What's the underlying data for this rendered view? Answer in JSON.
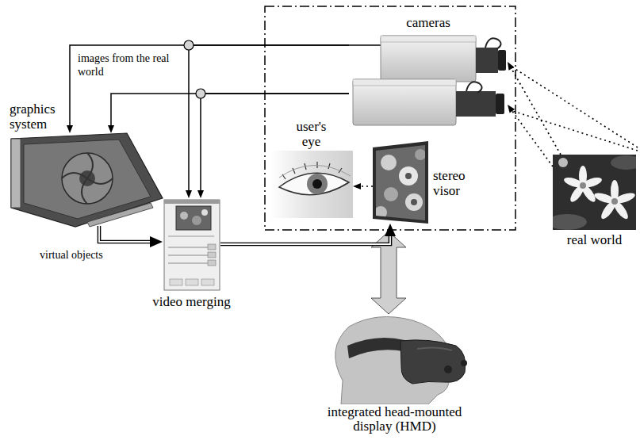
{
  "diagram": {
    "nodes": [
      {
        "text": [
          "cameras"
        ]
      },
      {
        "text": [
          "graphics system"
        ]
      },
      {
        "text": [
          "user's eye"
        ]
      },
      {
        "text": [
          "stereo visor"
        ]
      },
      {
        "text": [
          "real world"
        ]
      },
      {
        "text": [
          "video merging"
        ]
      },
      {
        "text": [
          "integrated head-mounted display (HMD)"
        ]
      }
    ],
    "edges": [
      {
        "from": 0,
        "to": 1,
        "label": "images from the real world",
        "arrow": "to"
      },
      {
        "from": 0,
        "to": 1,
        "arrow": "to"
      },
      {
        "from": 0,
        "to": 5,
        "arrow": "to"
      },
      {
        "from": 0,
        "to": 5,
        "arrow": "to"
      },
      {
        "from": 1,
        "to": 5,
        "label": "virtual objects",
        "arrow": "to"
      },
      {
        "from": 5,
        "to": 3,
        "arrow": "to"
      },
      {
        "from": 4,
        "to": 0,
        "arrow": "to"
      },
      {
        "from": 4,
        "to": 0,
        "arrow": "to"
      },
      {
        "from": 3,
        "to": 2,
        "arrow": "to"
      }
    ]
  }
}
